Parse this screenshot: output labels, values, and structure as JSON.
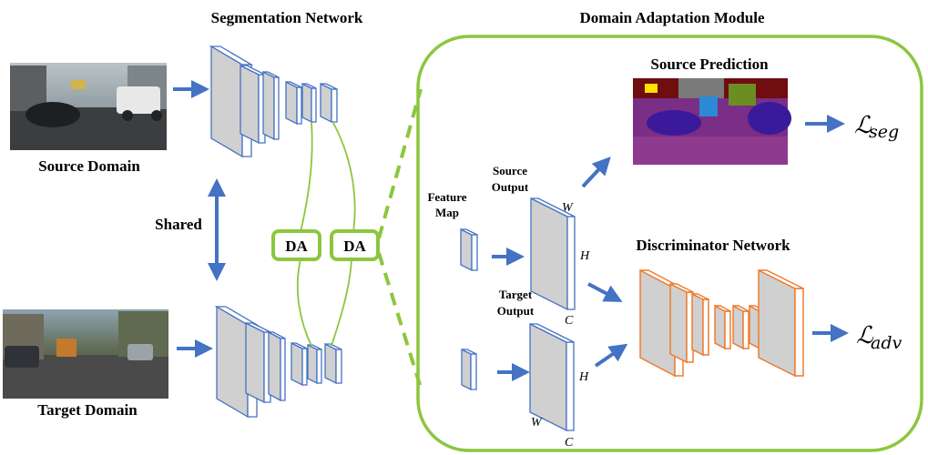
{
  "headings": {
    "segmentation_network": "Segmentation Network",
    "domain_adaptation_module": "Domain Adaptation Module"
  },
  "left": {
    "source_domain": "Source Domain",
    "target_domain": "Target Domain",
    "shared": "Shared",
    "da_label": "DA"
  },
  "module": {
    "source_prediction": "Source Prediction",
    "feature_map_line1": "Feature",
    "feature_map_line2": "Map",
    "source_output_line1": "Source",
    "source_output_line2": "Output",
    "target_output_line1": "Target",
    "target_output_line2": "Output",
    "discriminator_network": "Discriminator Network",
    "dim_w": "W",
    "dim_h": "H",
    "dim_c": "C",
    "loss_seg_symbol": "ℒ",
    "loss_seg_sub": "seg",
    "loss_adv_symbol": "ℒ",
    "loss_adv_sub": "adv"
  },
  "colors": {
    "arrow": "#4472C4",
    "encoder_edge": "#4472C4",
    "layer_fill": "#D0D0D0",
    "da_green": "#8CC63F",
    "discriminator_edge": "#ED7D31"
  }
}
